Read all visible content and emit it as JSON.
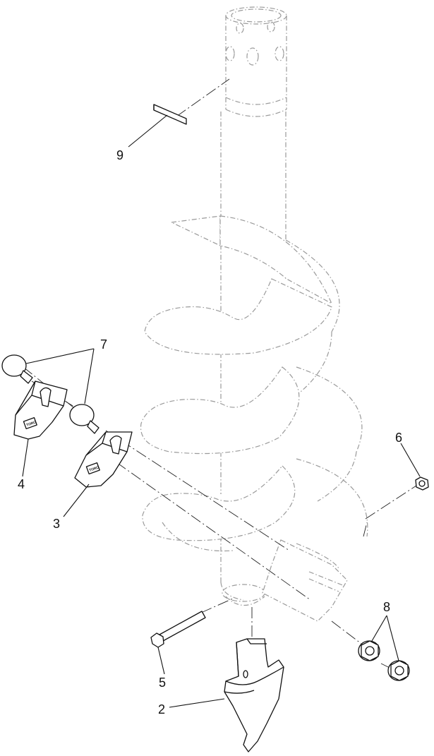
{
  "callouts": {
    "c9": "9",
    "c7": "7",
    "c4": "4",
    "c3": "3",
    "c6": "6",
    "c8": "8",
    "c5": "5",
    "c2": "2"
  },
  "colors": {
    "ink": "#111111",
    "phantom": "#9a9a9a",
    "background": "#ffffff"
  }
}
